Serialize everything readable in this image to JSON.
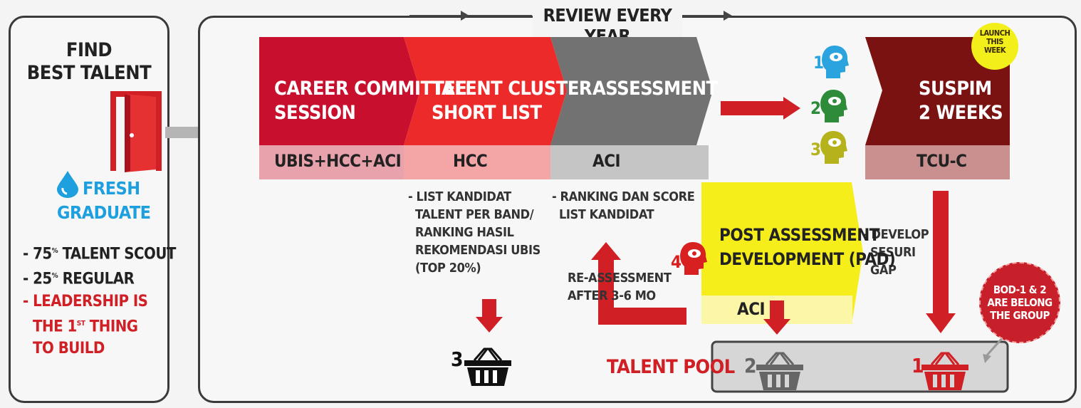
{
  "left_panel": {
    "title_line1": "FIND",
    "title_line2": "BEST TALENT",
    "fresh_line1": "FRESH",
    "fresh_line2": "GRADUATE",
    "bullet1_num": "75",
    "bullet1_sup": "%",
    "bullet1_text": "TALENT SCOUT",
    "bullet2_num": "25",
    "bullet2_sup": "%",
    "bullet2_text": "REGULAR",
    "leadership_line1": "- LEADERSHIP IS",
    "leadership_line2a": "THE 1",
    "leadership_sup": "ST",
    "leadership_line2b": "THING",
    "leadership_line3": "TO BUILD"
  },
  "review_label": "REVIEW EVERY YEAR",
  "process": [
    {
      "title1": "CAREER COMMITTEE",
      "title2": "SESSION",
      "owner": "UBIS+HCC+ACI",
      "color": "#c8102e",
      "owner_bg": "#e8a2ab"
    },
    {
      "title1": "TALENT CLUSTER",
      "title2": "SHORT LIST",
      "owner": "HCC",
      "color": "#ec2a2a",
      "owner_bg": "#f4a5a5"
    },
    {
      "title1": "ASSESSMENT",
      "title2": "",
      "owner": "ACI",
      "color": "#727272",
      "owner_bg": "#c5c5c5"
    },
    {
      "title1": "SUSPIM",
      "title2": "2 WEEKS",
      "owner": "TCU-C",
      "color": "#7a1212",
      "owner_bg": "#c9908f"
    }
  ],
  "heads": [
    {
      "num": "1",
      "color": "#2aa3df"
    },
    {
      "num": "2",
      "color": "#2e8b3a"
    },
    {
      "num": "3",
      "color": "#b6b21c"
    },
    {
      "num": "4",
      "color": "#d92020"
    }
  ],
  "launch_badge": {
    "line1": "LAUNCH",
    "line2": "THIS",
    "line3": "WEEK"
  },
  "notes": {
    "talent_cluster": [
      "- LIST KANDIDAT",
      "TALENT PER BAND/",
      "RANKING HASIL",
      "REKOMENDASI UBIS",
      "(TOP 20%)"
    ],
    "assessment": [
      "- RANKING DAN SCORE",
      "LIST KANDIDAT"
    ],
    "reassessment": [
      "RE-ASSESSMENT",
      "AFTER 3-6 MO"
    ],
    "suspim": [
      "- DEVELOP",
      "SESURI",
      "GAP"
    ]
  },
  "pad": {
    "title1": "POST ASSESSMENT",
    "title2": "DEVELOPMENT (PAD)",
    "owner": "ACI"
  },
  "talent_pool": {
    "label": "TALENT POOL",
    "basket1": "1",
    "basket2": "2",
    "basket3": "3"
  },
  "bod_badge": {
    "line1": "BOD-1 & 2",
    "line2": "ARE BELONG",
    "line3": "THE GROUP"
  },
  "colors": {
    "red": "#d01f25",
    "dark_red": "#7a1212",
    "gray": "#727272",
    "yellow": "#f5ee1a",
    "blue": "#2aa3df"
  }
}
